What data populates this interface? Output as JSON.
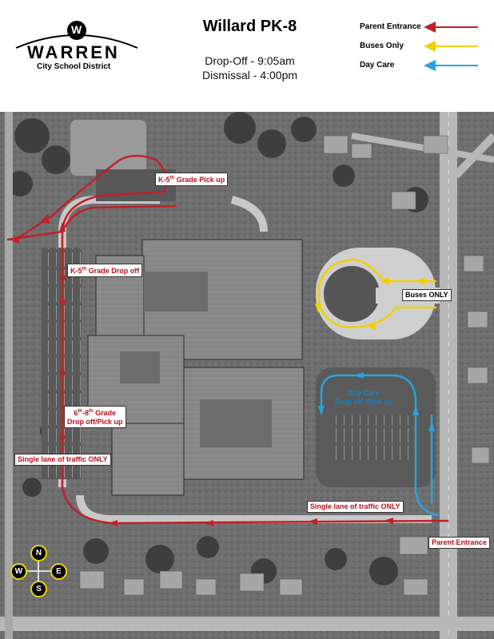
{
  "logo": {
    "letter": "W",
    "name": "WARREN",
    "subtitle": "City School District"
  },
  "header": {
    "title": "Willard PK-8",
    "dropoff": "Drop-Off - 9:05am",
    "dismissal": "Dismissal - 4:00pm"
  },
  "legend": [
    {
      "label": "Parent Entrance",
      "color": "#c0202a"
    },
    {
      "label": "Buses Only",
      "color": "#f2d000"
    },
    {
      "label": "Day Care",
      "color": "#2aa4e0"
    }
  ],
  "labels": {
    "k5_pickup": {
      "base": "K-5",
      "sup": "th",
      "rest": " Grade Pick up"
    },
    "k5_dropoff": {
      "base": "K-5",
      "sup": "th",
      "rest": " Grade Drop off"
    },
    "grade68": {
      "line1_a": "6",
      "line1_sup1": "th",
      "line1_b": "-8",
      "line1_sup2": "th",
      "line1_c": " Grade",
      "line2": "Drop off/Pick up"
    },
    "single_lane_left": "Single lane of traffic ONLY",
    "single_lane_bottom": "Single lane of traffic ONLY",
    "parent_entrance": "Parent Entrance",
    "buses_only": "Buses ONLY",
    "day_care_line1": "Day Care",
    "day_care_line2": "Drop off /Pick up"
  },
  "compass": {
    "n": "N",
    "s": "S",
    "e": "E",
    "w": "W"
  },
  "colors": {
    "parent": "#c0202a",
    "bus": "#f2d000",
    "daycare": "#2aa4e0"
  }
}
